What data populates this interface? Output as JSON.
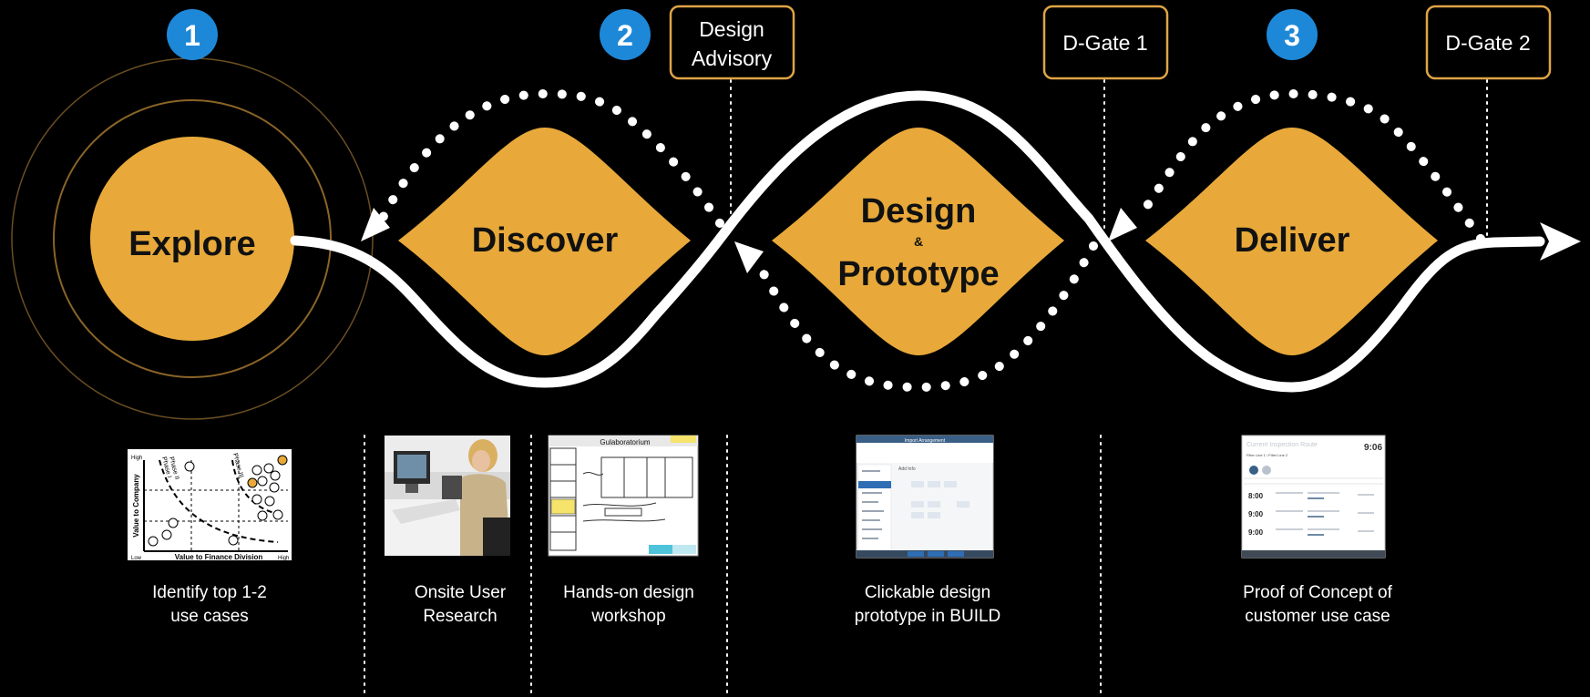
{
  "colors": {
    "background": "#000000",
    "stage_fill": "#E8A93A",
    "gate_border": "#E0A446",
    "number_badge": "#1E88D8",
    "path": "#FFFFFF"
  },
  "steps": [
    {
      "number": "1"
    },
    {
      "number": "2"
    },
    {
      "number": "3"
    }
  ],
  "gates": [
    {
      "line1": "Design",
      "line2": "Advisory"
    },
    {
      "line1": "D-Gate 1",
      "line2": ""
    },
    {
      "line1": "D-Gate 2",
      "line2": ""
    }
  ],
  "stages": {
    "explore": "Explore",
    "discover": "Discover",
    "design": "Design",
    "ampersand": "&",
    "prototype": "Prototype",
    "deliver": "Deliver"
  },
  "captions": [
    {
      "line1": "Identify top 1-2",
      "line2": "use cases"
    },
    {
      "line1": "Onsite User",
      "line2": "Research"
    },
    {
      "line1": "Hands-on design",
      "line2": "workshop"
    },
    {
      "line1": "Clickable design",
      "line2": "prototype in BUILD"
    },
    {
      "line1": "Proof of Concept of",
      "line2": "customer use case"
    }
  ],
  "thumbnails": {
    "matrix": {
      "x_label": "Value to Finance Division",
      "y_label": "Value to Company",
      "x_low": "Low",
      "y_high": "High",
      "x_high": "High",
      "phase_labels": [
        "Phase I",
        "Phase II",
        "Phase III"
      ]
    },
    "workshop": {
      "title": "Gulaboratorium"
    },
    "prototype": {
      "title": "Import Arrangement",
      "action": "Add Info"
    },
    "poc": {
      "title": "Current Inspection Route",
      "time": "9:06",
      "subtitle": "Filter Line 1 / Filter Line 2",
      "rows": [
        "8:00",
        "9:00",
        "9:00"
      ]
    }
  }
}
